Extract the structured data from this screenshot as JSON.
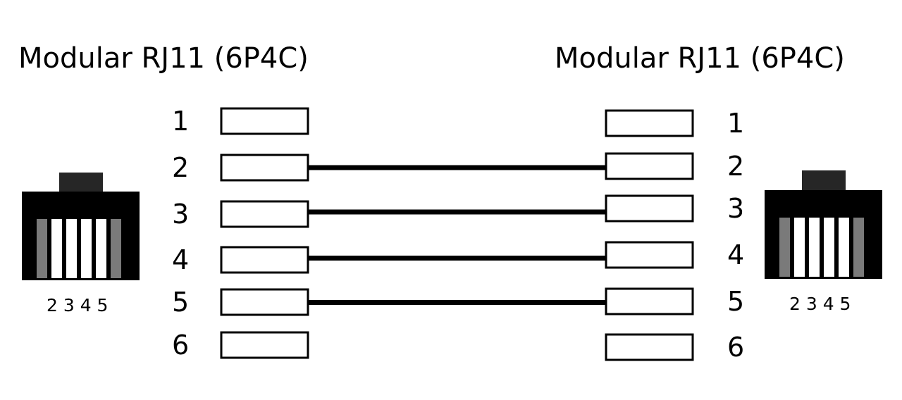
{
  "left_connector": {
    "title": "Modular RJ11 (6P4C)",
    "contact_labels": "2 3 4 5"
  },
  "right_connector": {
    "title": "Modular RJ11 (6P4C)",
    "contact_labels": "2 3 4 5"
  },
  "pins": [
    {
      "number": "1",
      "wired": false
    },
    {
      "number": "2",
      "wired": true
    },
    {
      "number": "3",
      "wired": true
    },
    {
      "number": "4",
      "wired": true
    },
    {
      "number": "5",
      "wired": true
    },
    {
      "number": "6",
      "wired": false
    }
  ],
  "plug_icon": "rj11-plug-icon",
  "colors": {
    "wire": "#000000",
    "plug_body": "#000000",
    "plug_latch": "#262626",
    "active_contact": "#ffffff",
    "inactive_contact": "#7a7a7a"
  }
}
